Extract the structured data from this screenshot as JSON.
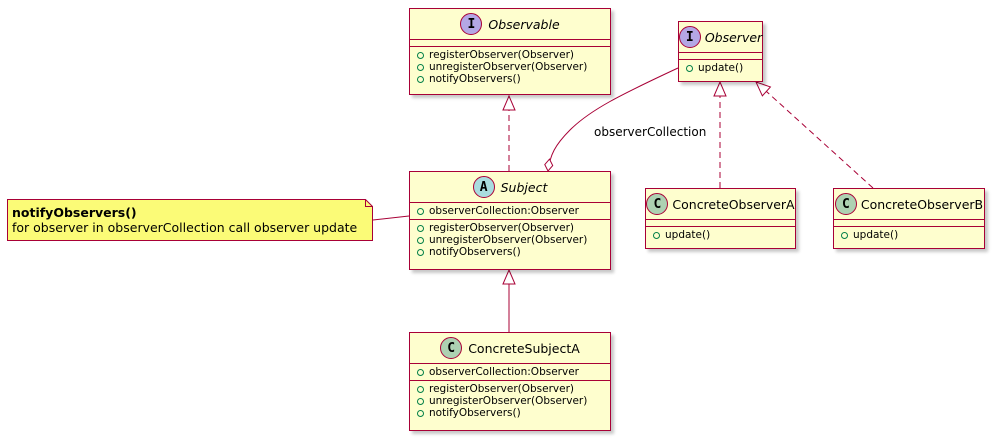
{
  "diagram": {
    "classes": {
      "observable": {
        "stereotype": "I",
        "name": "Observable",
        "fields": [],
        "methods": [
          "registerObserver(Observer)",
          "unregisterObserver(Observer)",
          "notifyObservers()"
        ]
      },
      "observer": {
        "stereotype": "I",
        "name": "Observer",
        "fields": [],
        "methods": [
          "update()"
        ]
      },
      "subject": {
        "stereotype": "A",
        "name": "Subject",
        "fields": [
          "observerCollection:Observer"
        ],
        "methods": [
          "registerObserver(Observer)",
          "unregisterObserver(Observer)",
          "notifyObservers()"
        ]
      },
      "concrete_observer_a": {
        "stereotype": "C",
        "name": "ConcreteObserverA",
        "fields": [],
        "methods": [
          "update()"
        ]
      },
      "concrete_observer_b": {
        "stereotype": "C",
        "name": "ConcreteObserverB",
        "fields": [],
        "methods": [
          "update()"
        ]
      },
      "concrete_subject_a": {
        "stereotype": "C",
        "name": "ConcreteSubjectA",
        "fields": [
          "observerCollection:Observer"
        ],
        "methods": [
          "registerObserver(Observer)",
          "unregisterObserver(Observer)",
          "notifyObservers()"
        ]
      }
    },
    "note": {
      "title": "notifyObservers()",
      "body": "for observer in observerCollection call observer update"
    },
    "edge_label": "observerCollection",
    "colors": {
      "border": "#a80036",
      "class_fill": "#fefece",
      "note_fill": "#fbfb77",
      "interface_spot": "#b4a7e5",
      "class_spot": "#add1b2",
      "abstract_spot": "#a9dcdf",
      "visibility_dot": "#038048"
    }
  }
}
